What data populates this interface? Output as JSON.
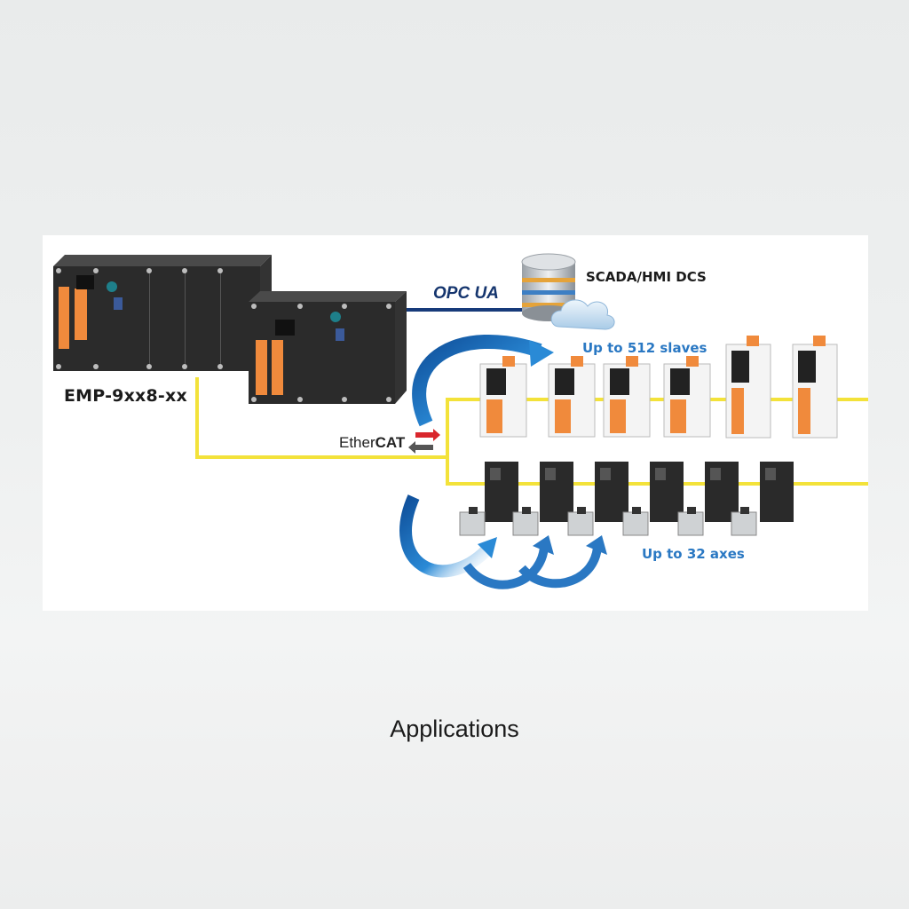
{
  "diagram": {
    "controller_label": "EMP-9xx8-xx",
    "protocol_label": "OPC UA",
    "server_label": "SCADA/HMI DCS",
    "fieldbus_label_prefix": "Ether",
    "fieldbus_label_suffix": "CAT",
    "slaves_label": "Up to 512 slaves",
    "axes_label": "Up to 32 axes",
    "colors": {
      "fieldbus_line": "#f3e23a",
      "opc_line": "#173a7a",
      "arrow_blue": "#1f6fbf",
      "label_blue": "#2a78c3",
      "io_orange": "#f08a3c",
      "device_dark": "#2a2a2a"
    },
    "icons": [
      "plc-controller-icon",
      "database-server-icon",
      "cloud-icon",
      "io-module-icon",
      "servo-drive-icon",
      "servo-motor-icon",
      "flow-arrow-icon"
    ]
  },
  "caption": "Applications"
}
